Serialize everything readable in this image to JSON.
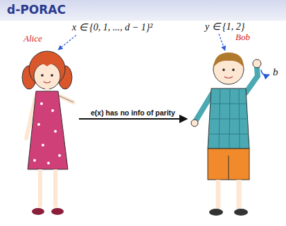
{
  "diagram": {
    "title": "d-PORAC",
    "nodes": [
      {
        "text": [
          "Alice"
        ]
      },
      {
        "text": [
          "Bob"
        ]
      }
    ],
    "edges": [
      {
        "from": 0,
        "to": 1,
        "label": "e(x) has no info of parity",
        "arrow": "to"
      }
    ],
    "labels": [
      "x ∈ {0, 1, ..., d − 1}²",
      "y ∈ {1, 2}",
      "b"
    ]
  }
}
